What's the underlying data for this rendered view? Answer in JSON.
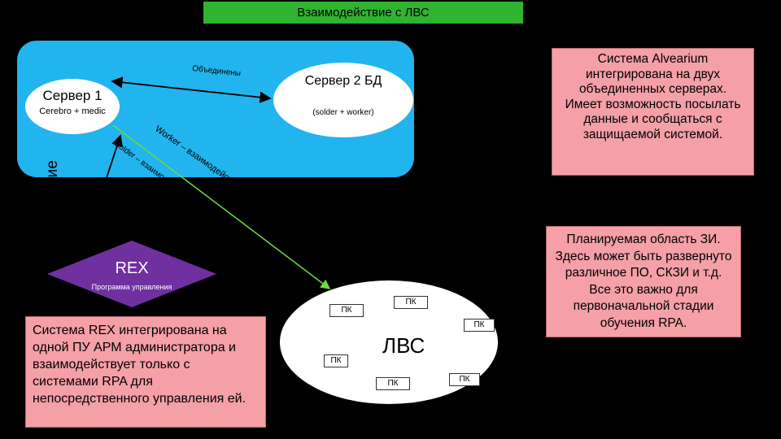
{
  "title": "Взаимодействие с ЛВС",
  "server1": {
    "title": "Сервер 1",
    "subtitle": "Cerebro + medic"
  },
  "server2": {
    "title": "Сервер 2 БД",
    "subtitle": "(solder + worker)"
  },
  "link_label": "Объединены",
  "worker_label": "Worker – взаимодействие с передачей данных",
  "solder_label": "Solder – взаимодействие с системами защиты и нападения",
  "management_label": "Управление",
  "rex": {
    "title": "REX",
    "subtitle": "Программа управления"
  },
  "alvearium_text": "Система Alvearium интегрирована на двух объединенных серверах. Имеет возможность посылать данные и сообщаться с защищаемой системой.",
  "rex_text": "Система REX интегрирована на одной ПУ АРМ администратора и взаимодействует только с системами RPA для непосредственного управления ей.",
  "plan_text": "Планируемая область ЗИ. Здесь может быть развернуто различное ПО, СКЗИ и т.д. Все это важно для первоначальной стадии обучения RPA.",
  "lan": {
    "label": "ЛВС",
    "pc": [
      "ПК",
      "ПК",
      "ПК",
      "ПК",
      "ПК",
      "ПК"
    ]
  },
  "colors": {
    "title_bg": "#2eb42e",
    "zone": "#22b4ee",
    "rex": "#7030a0",
    "note_box": "#f4a0a6",
    "arrow_green": "#6fdc3a"
  }
}
